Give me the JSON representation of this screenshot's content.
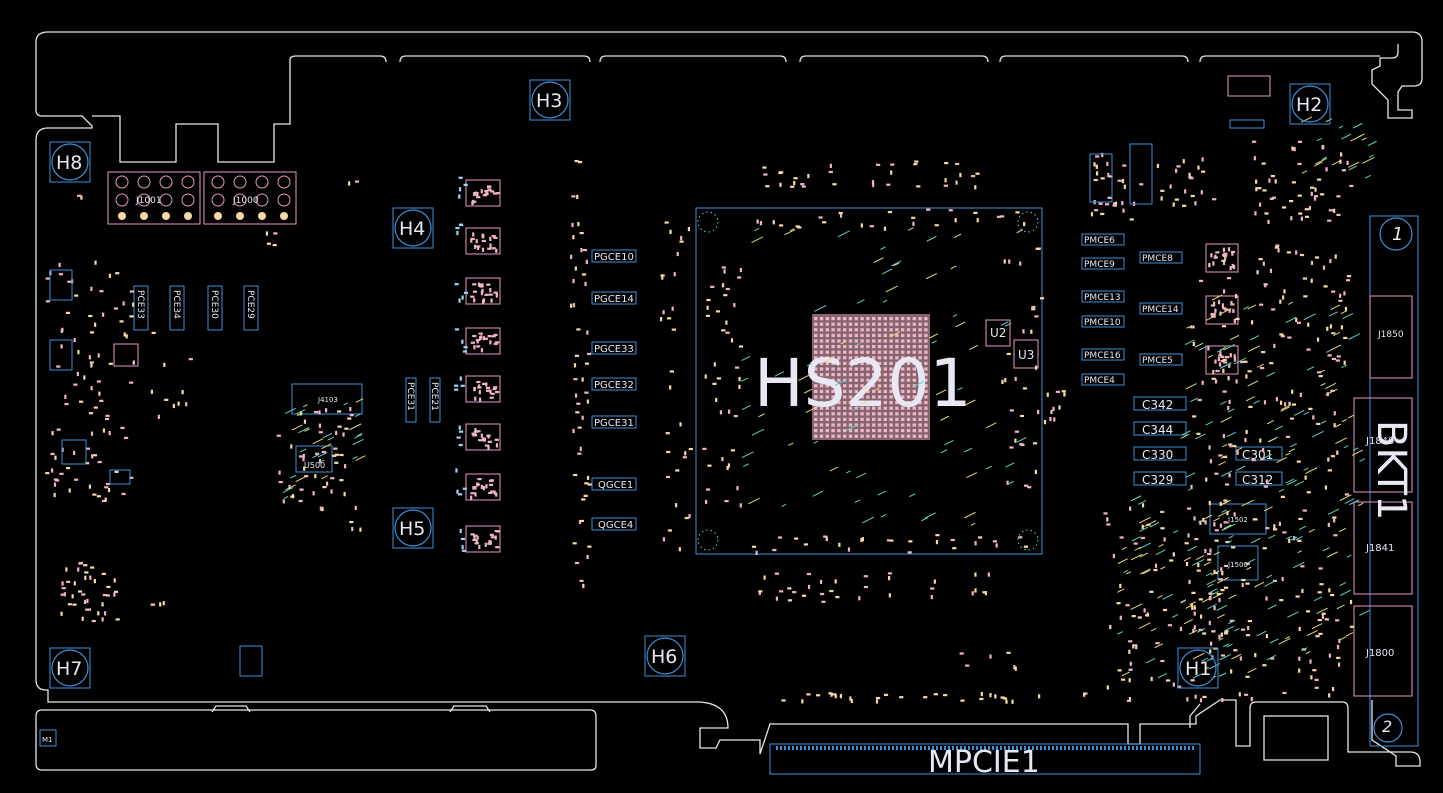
{
  "board": {
    "main_chip_label": "HS201",
    "connector_label": "MPCIE1",
    "bracket_label": "BKT1",
    "bracket_holes": [
      "1",
      "2"
    ]
  },
  "mounting_holes": [
    {
      "id": "h1",
      "label": "H1"
    },
    {
      "id": "h2",
      "label": "H2"
    },
    {
      "id": "h3",
      "label": "H3"
    },
    {
      "id": "h4",
      "label": "H4"
    },
    {
      "id": "h5",
      "label": "H5"
    },
    {
      "id": "h6",
      "label": "H6"
    },
    {
      "id": "h7",
      "label": "H7"
    },
    {
      "id": "h8",
      "label": "H8"
    }
  ],
  "chips": {
    "u2": "U2",
    "u3": "U3",
    "j4103": "J4103",
    "j1001": "J1001",
    "j1000": "J1000",
    "j1850": "J1850",
    "j1502": "J1502",
    "j1500": "J1500",
    "m1": "M1",
    "u500": "U500"
  },
  "cap_labels_left": [
    "PCE33",
    "PCE34",
    "PCE30",
    "PCE29"
  ],
  "cap_labels_mid": [
    "PCE31",
    "PCE21"
  ],
  "cap_labels_center": [
    "PGCE10",
    "PGCE14",
    "PGCE33",
    "PGCE32",
    "PGCE31",
    "QGCE1",
    "QGCE4"
  ],
  "cap_labels_right_a": [
    "PMCE6",
    "PMCE9",
    "PMCE13",
    "PMCE10",
    "PMCE16",
    "PMCE4"
  ],
  "cap_labels_right_b": [
    "PMCE8",
    "PMCE14",
    "PMCE5"
  ],
  "cap_labels_right_c": [
    "C342",
    "C344",
    "C330",
    "C329"
  ],
  "cap_labels_right_d": [
    "C301",
    "C312"
  ],
  "edge_labels": [
    "J1840",
    "J1841",
    "J1800"
  ],
  "colors": {
    "background": "#000000",
    "outline": "#e6e6e6",
    "hole": "#3d8fd8",
    "silk": "#e899c8",
    "pad": "#f0b4c8"
  }
}
